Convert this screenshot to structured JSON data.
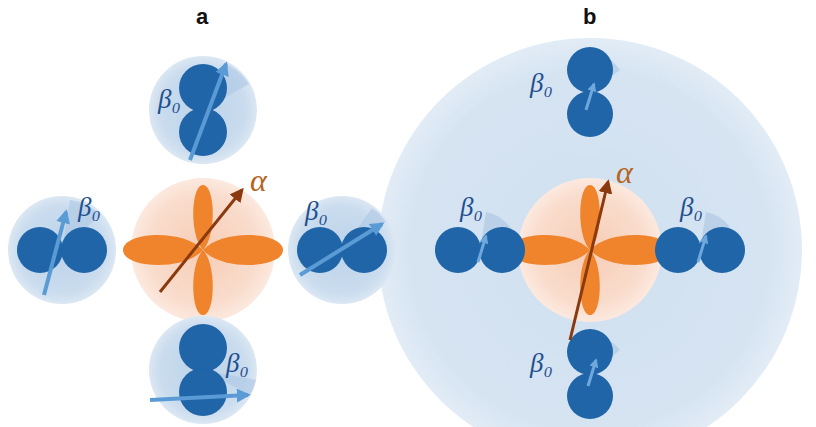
{
  "diagram": {
    "nodes": [
      {
        "text": [
          "β₀"
        ]
      },
      {
        "text": [
          "β₀"
        ]
      },
      {
        "text": [
          "α"
        ]
      },
      {
        "text": [
          "β₀"
        ]
      },
      {
        "text": [
          "β₀"
        ]
      },
      {
        "text": [
          "α"
        ]
      }
    ],
    "labels": [
      "a",
      "b",
      "β₀",
      "β₀",
      "β₀",
      "β₀"
    ]
  }
}
